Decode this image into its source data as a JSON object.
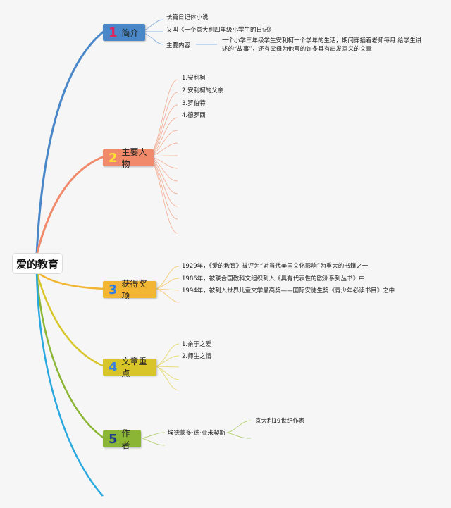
{
  "root": {
    "label": "爱的教育"
  },
  "branches": [
    {
      "num": "1",
      "label": "简介",
      "color": "#4a87c8",
      "num_color": "#e0245e",
      "line_color": "#4a87c8"
    },
    {
      "num": "2",
      "label": "主要人物",
      "color": "#f08a6a",
      "num_color": "#ffe033",
      "line_color": "#f08a6a"
    },
    {
      "num": "3",
      "label": "获得奖项",
      "color": "#f2b634",
      "num_color": "#3a7be0",
      "line_color": "#f2b634"
    },
    {
      "num": "4",
      "label": "文章重点",
      "color": "#d8c52a",
      "num_color": "#3a7be0",
      "line_color": "#d8c52a"
    },
    {
      "num": "5",
      "label": "作者",
      "color": "#8bb534",
      "num_color": "#1f3c88",
      "line_color": "#8bb534"
    }
  ],
  "intro": {
    "items": [
      "长篇日记体小说",
      "又叫《一个意大利四年级小学生的日记》",
      "主要内容"
    ],
    "main_content": "一个小学三年级学生安利柯一个学年的生活，期间穿插着老师每月 给学生讲述的“故事”，还有父母为他写的许多具有启发意义的文章"
  },
  "characters": {
    "items": [
      "1.安利柯",
      "2.安利柯的父亲",
      "3.罗伯特",
      "4.德罗西"
    ]
  },
  "awards": {
    "items": [
      "1929年，《爱的教育》被评为“对当代美国文化影响”为重大的书籍之一",
      "1986年，被联合国教科文组织列入《具有代表性的欧洲系列丛书》中",
      "1994年，被列入世界儿童文学最高奖——国际安徒生奖《青少年必读书目》之中"
    ]
  },
  "focus": {
    "items": [
      "1.亲子之爱",
      "2.师生之情"
    ]
  },
  "author": {
    "name": "埃德蒙多·德·亚米契斯",
    "detail": "意大利19世纪作家"
  }
}
